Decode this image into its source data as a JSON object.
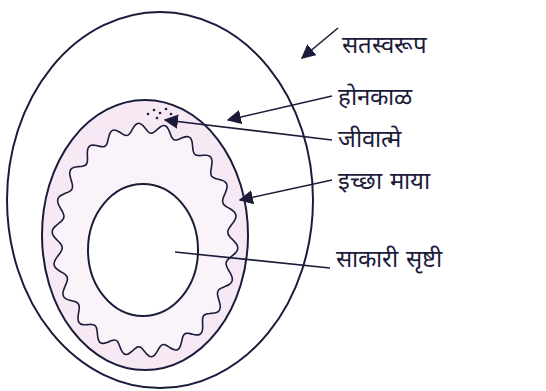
{
  "diagram": {
    "labels": [
      "सतस्वरूप",
      "होनकाळ",
      "जीवात्मे",
      "इच्छा माया",
      "साकारी सृष्टी"
    ]
  }
}
